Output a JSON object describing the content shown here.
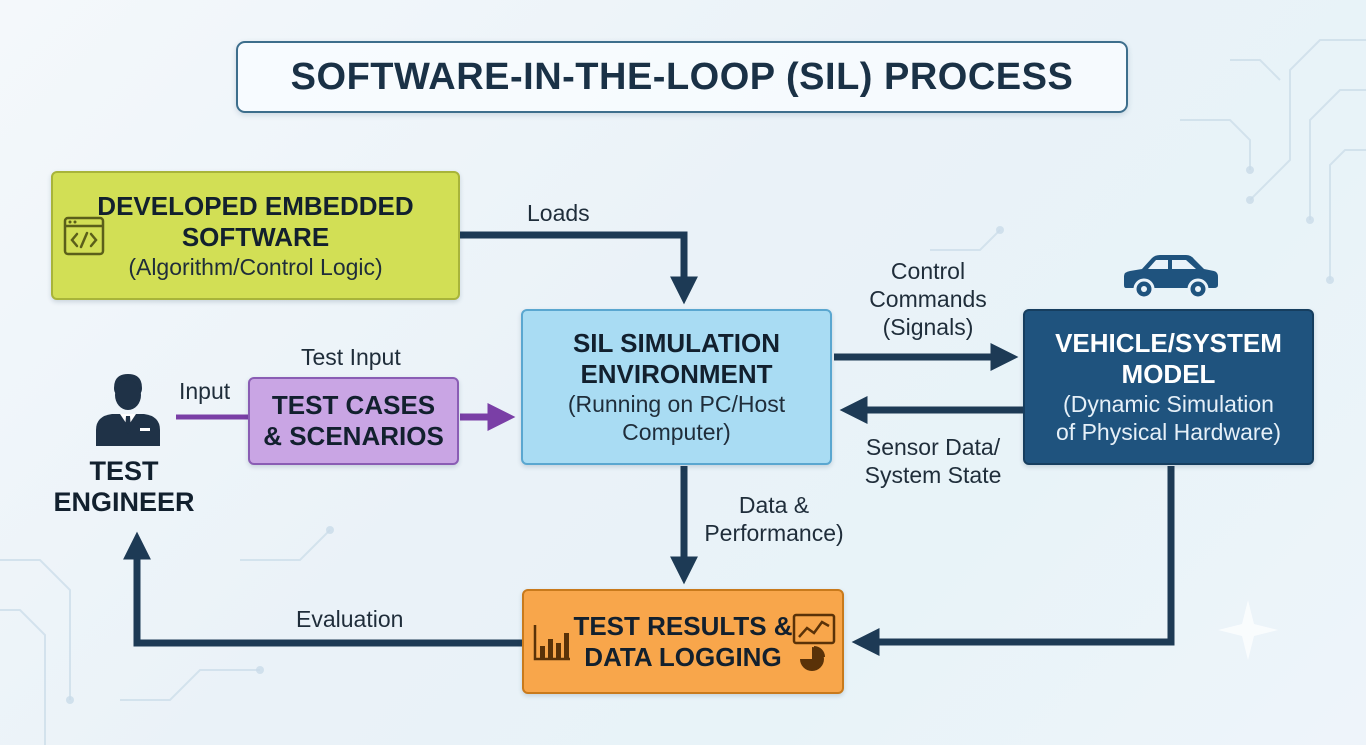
{
  "title": "SOFTWARE-IN-THE-LOOP (SIL) PROCESS",
  "nodes": {
    "software": {
      "head": [
        "DEVELOPED EMBEDDED",
        "SOFTWARE"
      ],
      "sub": "(Algorithm/Control Logic)",
      "color": "#d2df55"
    },
    "sil": {
      "head": [
        "SIL SIMULATION",
        "ENVIRONMENT"
      ],
      "sub": [
        "(Running on PC/Host",
        "Computer)"
      ],
      "color": "#a9dcf3"
    },
    "vehicle": {
      "head": [
        "VEHICLE/SYSTEM",
        "MODEL"
      ],
      "sub": [
        "(Dynamic Simulation",
        "of Physical Hardware)"
      ],
      "color": "#1f537e"
    },
    "testcases": {
      "head": [
        "TEST CASES",
        "& SCENARIOS"
      ],
      "color": "#c9a5e4"
    },
    "results": {
      "head": [
        "TEST RESULTS &",
        "DATA LOGGING"
      ],
      "color": "#f8a64b"
    },
    "engineer": {
      "label": [
        "TEST",
        "ENGINEER"
      ]
    }
  },
  "edges": {
    "loads": "Loads",
    "control": [
      "Control",
      "Commands",
      "(Signals)"
    ],
    "sensor": [
      "Sensor Data/",
      "System State"
    ],
    "test_input": "Test Input",
    "input": "Input",
    "data_perf": [
      "Data &",
      "Performance)"
    ],
    "evaluation": "Evaluation"
  },
  "icons": {
    "software": "code-window-icon",
    "vehicle": "car-icon",
    "engineer": "person-tie-icon",
    "results_left": "bar-chart-icon",
    "results_right": "line-pie-chart-icon"
  },
  "colors": {
    "arrow": "#1d3a55",
    "input_arrow": "#7a3fa6"
  }
}
